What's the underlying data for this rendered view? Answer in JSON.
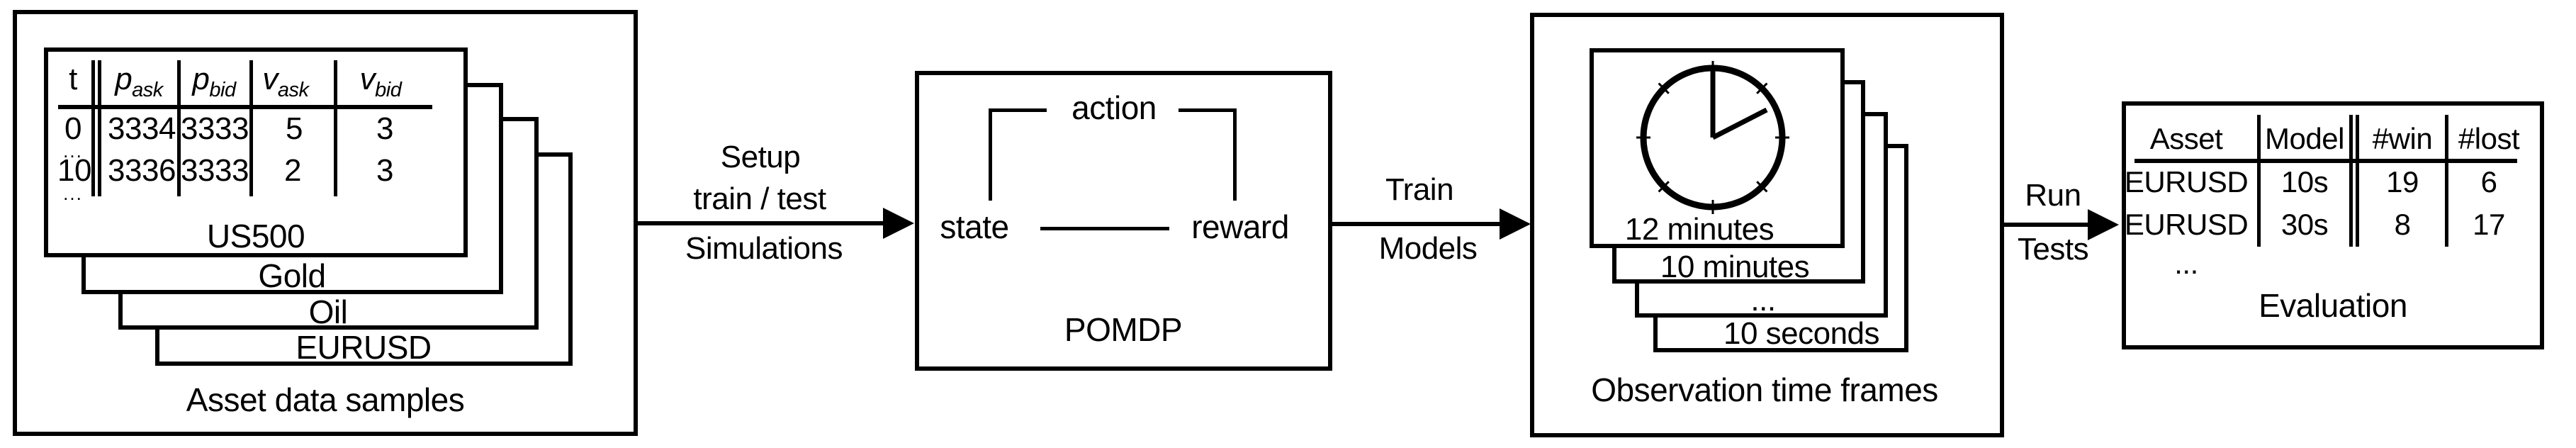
{
  "colors": {
    "stroke": "#000000",
    "background": "#ffffff"
  },
  "asset_box": {
    "label": "Asset data samples",
    "front_card": "US500",
    "stack": [
      "Gold",
      "Oil",
      "EURUSD"
    ],
    "table": {
      "headers": [
        {
          "base": "t",
          "sub": ""
        },
        {
          "base": "p",
          "sub": "ask"
        },
        {
          "base": "p",
          "sub": "bid"
        },
        {
          "base": "v",
          "sub": "ask"
        },
        {
          "base": "v",
          "sub": "bid"
        }
      ],
      "rows": [
        [
          "0",
          "3334",
          "3333",
          "5",
          "3"
        ],
        [
          "10",
          "3336",
          "3333",
          "2",
          "3"
        ]
      ],
      "row_ellipsis": "..."
    }
  },
  "arrow1": {
    "above_line1": "Setup",
    "above_line2": "train / test",
    "below": "Simulations"
  },
  "pomdp_box": {
    "action": "action",
    "state": "state",
    "reward": "reward",
    "label": "POMDP"
  },
  "arrow2": {
    "above": "Train",
    "below": "Models"
  },
  "observation_box": {
    "label": "Observation time frames",
    "clock_icon": "clock-icon",
    "frames": [
      "12 minutes",
      "10 minutes",
      "...",
      "10 seconds"
    ]
  },
  "arrow3": {
    "above": "Run",
    "below": "Tests"
  },
  "evaluation_box": {
    "label": "Evaluation",
    "table": {
      "headers": [
        "Asset",
        "Model",
        "#win",
        "#lost"
      ],
      "rows": [
        [
          "EURUSD",
          "10s",
          "19",
          "6"
        ],
        [
          "EURUSD",
          "30s",
          "8",
          "17"
        ]
      ],
      "row_ellipsis": "..."
    }
  }
}
